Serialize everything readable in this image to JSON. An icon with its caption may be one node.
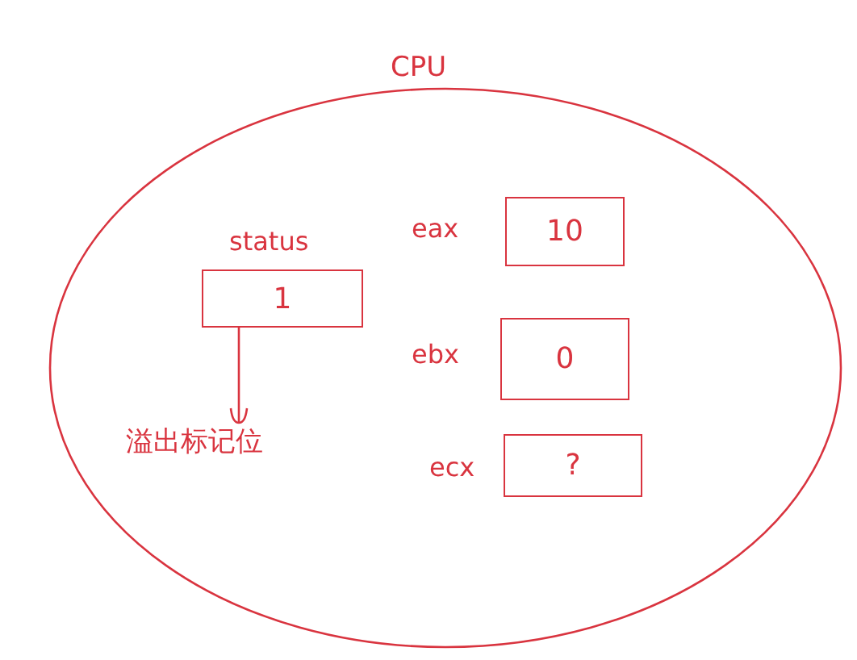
{
  "diagram": {
    "nodes": [
      {
        "text": [
          "CPU"
        ]
      },
      {
        "text": [
          "status",
          "1"
        ],
        "in": 0
      },
      {
        "text": [
          "溢出标记位"
        ],
        "in": 0
      },
      {
        "text": [
          "eax",
          "10"
        ],
        "in": 0
      },
      {
        "text": [
          "ebx",
          "0"
        ],
        "in": 0
      },
      {
        "text": [
          "ecx",
          "?"
        ],
        "in": 0
      }
    ],
    "edges": [
      {
        "from": 1,
        "to": 2,
        "arrow": "to"
      }
    ]
  }
}
